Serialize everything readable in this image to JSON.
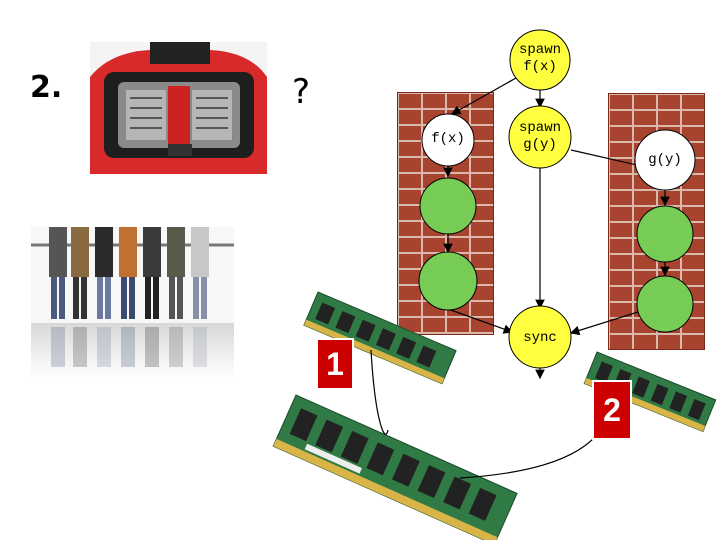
{
  "slide": {
    "number": "2.",
    "question_mark": "?"
  },
  "photos": {
    "engine": {
      "icon": "car-engine-photo"
    },
    "people": {
      "icon": "people-standing-in-line-photo"
    }
  },
  "diagram": {
    "nodes": {
      "spawn_f": "spawn\nf(x)",
      "spawn_g": "spawn\ng(y)",
      "f_label": "f(x)",
      "g_label": "g(y)",
      "sync": "sync"
    },
    "memory_labels": {
      "one": "1",
      "two": "2"
    },
    "colors": {
      "spawn_fill": "#ffff40",
      "task_fill": "#77cc55",
      "brick": "#a8432f",
      "mortar": "#d9b9aa",
      "label_fill": "#cc0000"
    }
  }
}
